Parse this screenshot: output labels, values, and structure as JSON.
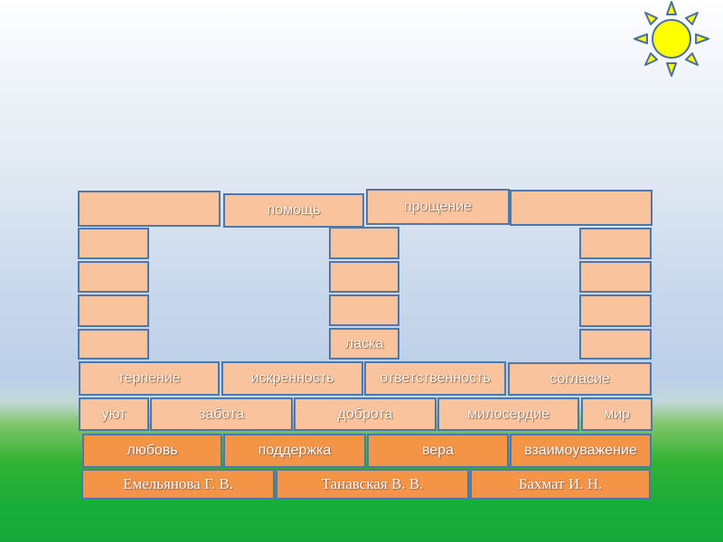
{
  "colors": {
    "brick_light": "#f9c49d",
    "brick_dark": "#f49447",
    "brick_border": "#4f77a9",
    "sun": "#ffff00"
  },
  "icons": {
    "sun": "sun-icon"
  },
  "roof": {
    "b1": "",
    "b2": "помощь",
    "b3": "прощение",
    "b4": ""
  },
  "pillars": {
    "middle_bottom": "ласка"
  },
  "row_upper": [
    "терпение",
    "искренность",
    "ответственность",
    "согласие"
  ],
  "row_middle": [
    "уют",
    "забота",
    "доброта",
    "милосердие",
    "мир"
  ],
  "row_lower": [
    "любовь",
    "поддержка",
    "вера",
    "взаимоуважение"
  ],
  "authors": [
    "Емельянова Г. В.",
    "Танавская В. В.",
    "Бахмат И. Н."
  ]
}
